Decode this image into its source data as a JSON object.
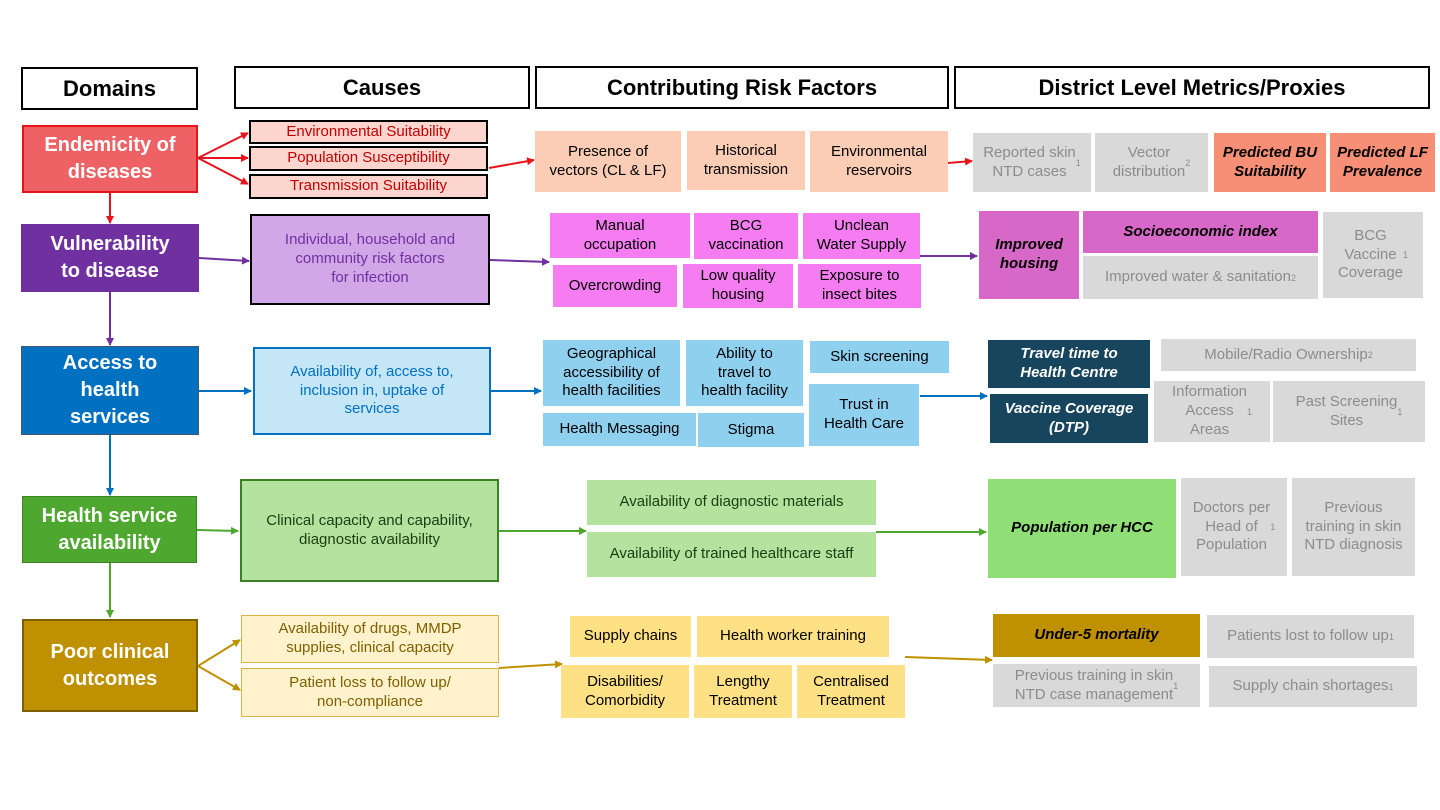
{
  "headers": {
    "domains": "Domains",
    "causes": "Causes",
    "risk_factors": "Contributing Risk Factors",
    "metrics": "District Level Metrics/Proxies"
  },
  "colors": {
    "endemicity": "#ee6266",
    "vulnerability": "#7130a0",
    "access": "#0070c0",
    "availability": "#4ea72e",
    "outcomes": "#bf9000",
    "grey": "#d9d9d9",
    "grey_text": "#8c8c8c"
  },
  "rows": {
    "endemicity": {
      "domain": "Endemicity of\ndiseases",
      "causes": [
        "Environmental Suitability",
        "Population Susceptibility",
        "Transmission Suitability"
      ],
      "risk_factors": [
        "Presence of\nvectors (CL & LF)",
        "Historical\ntransmission",
        "Environmental\nreservoirs"
      ],
      "metrics": [
        {
          "text": "Reported skin\nNTD cases",
          "sup": "1"
        },
        {
          "text": "Vector\ndistribution",
          "sup": "2"
        },
        {
          "text": "Predicted BU\nSuitability",
          "sup": ""
        },
        {
          "text": "Predicted LF\nPrevalence",
          "sup": ""
        }
      ]
    },
    "vulnerability": {
      "domain": "Vulnerability\nto disease",
      "causes": [
        "Individual, household and\ncommunity risk factors\nfor infection"
      ],
      "risk_factors": [
        "Manual\noccupation",
        "BCG\nvaccination",
        "Unclean\nWater Supply",
        "Overcrowding",
        "Low quality\nhousing",
        "Exposure to\ninsect bites"
      ],
      "metrics": [
        {
          "text": "Improved\nhousing",
          "sup": ""
        },
        {
          "text": "Socioeconomic index",
          "sup": ""
        },
        {
          "text": "Improved water & sanitation",
          "sup": "2"
        },
        {
          "text": "BCG\nVaccine\nCoverage",
          "sup": "1"
        }
      ]
    },
    "access": {
      "domain": "Access to\nhealth\nservices",
      "causes": [
        "Availability of, access to,\ninclusion in, uptake of\nservices"
      ],
      "risk_factors": [
        "Geographical\naccessibility of\nhealth facilities",
        "Ability to\ntravel to\nhealth facility",
        "Skin screening",
        "Health Messaging",
        "Stigma",
        "Trust in\nHealth Care"
      ],
      "metrics": [
        {
          "text": "Travel time to\nHealth Centre",
          "sup": ""
        },
        {
          "text": "Mobile/Radio Ownership",
          "sup": "2"
        },
        {
          "text": "Vaccine Coverage\n(DTP)",
          "sup": ""
        },
        {
          "text": "Information\nAccess\nAreas",
          "sup": "1"
        },
        {
          "text": "Past Screening\nSites",
          "sup": "1"
        }
      ]
    },
    "availability": {
      "domain": "Health service\navailability",
      "causes": [
        "Clinical capacity and capability,\ndiagnostic availability"
      ],
      "risk_factors": [
        "Availability of diagnostic materials",
        "Availability of trained healthcare staff"
      ],
      "metrics": [
        {
          "text": "Population per HCC",
          "sup": ""
        },
        {
          "text": "Doctors per\nHead of\nPopulation",
          "sup": "1"
        },
        {
          "text": "Previous\ntraining in skin\nNTD diagnosis",
          "sup": ""
        }
      ]
    },
    "outcomes": {
      "domain": "Poor clinical\noutcomes",
      "causes": [
        "Availability of drugs, MMDP\nsupplies, clinical capacity",
        "Patient loss to follow up/\nnon-compliance"
      ],
      "risk_factors": [
        "Supply chains",
        "Health worker training",
        "Disabilities/\nComorbidity",
        "Lengthy\nTreatment",
        "Centralised\nTreatment"
      ],
      "metrics": [
        {
          "text": "Under-5 mortality",
          "sup": ""
        },
        {
          "text": "Patients lost to follow up",
          "sup": "1"
        },
        {
          "text": "Previous training in skin\nNTD case management",
          "sup": "1"
        },
        {
          "text": "Supply chain shortages",
          "sup": "1"
        }
      ]
    }
  }
}
